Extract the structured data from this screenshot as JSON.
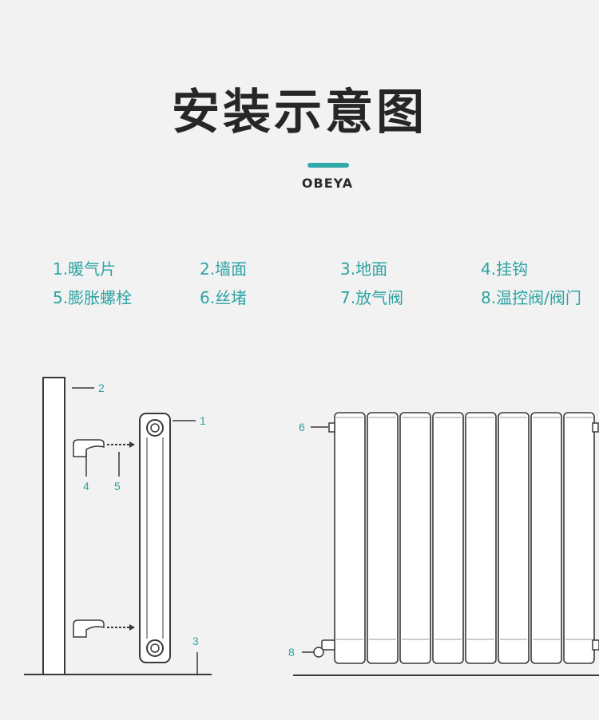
{
  "title": "安装示意图",
  "brand": "OBEYA",
  "accent_color": "#2fa9a9",
  "legend": [
    "1.暖气片",
    "2.墙面",
    "3.地面",
    "4.挂钩",
    "5.膨胀螺栓",
    "6.丝堵",
    "7.放气阀",
    "8.温控阀/阀门"
  ],
  "callouts": {
    "n1": "1",
    "n2": "2",
    "n3": "3",
    "n4": "4",
    "n5": "5",
    "n6": "6",
    "n8": "8"
  }
}
